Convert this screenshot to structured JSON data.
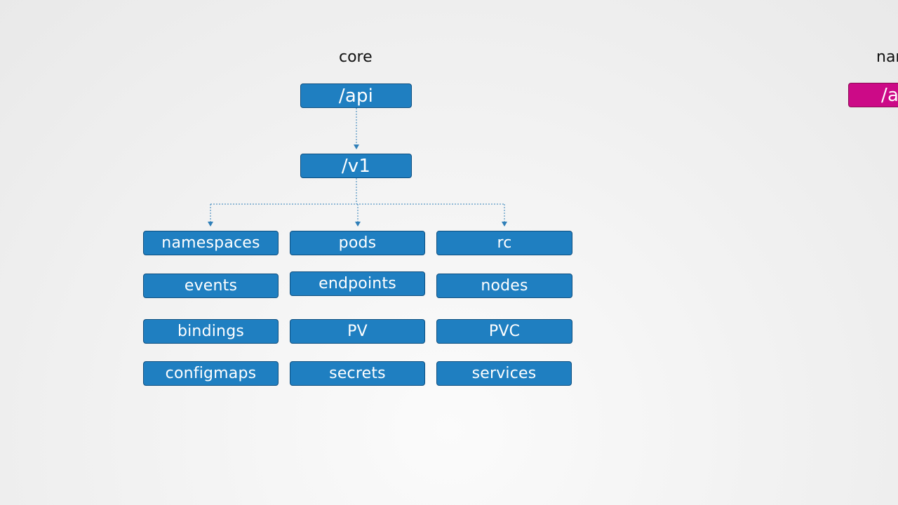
{
  "core_group": {
    "title": "core",
    "api": "/api",
    "version": "/v1",
    "resources": [
      "namespaces",
      "pods",
      "rc",
      "events",
      "endpoints",
      "nodes",
      "bindings",
      "PV",
      "PVC",
      "configmaps",
      "secrets",
      "services"
    ]
  },
  "named_group": {
    "title_partial": "nar",
    "api_partial": "/a"
  },
  "colors": {
    "box_fill": "#1f7fc1",
    "box_border": "#0e4f80",
    "pink_fill": "#cc0a87",
    "connector": "#2f7fb8",
    "text_dark": "#111111"
  }
}
